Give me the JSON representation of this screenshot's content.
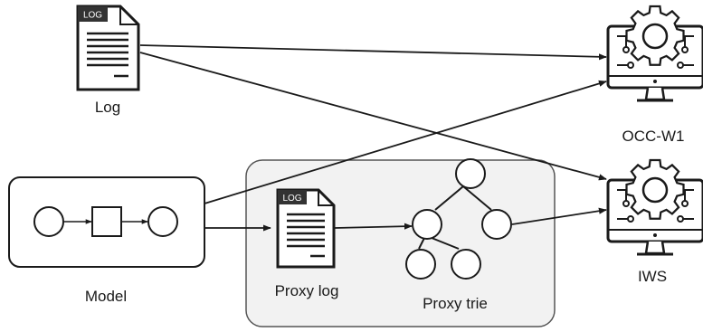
{
  "labels": {
    "log": "Log",
    "model": "Model",
    "proxy_log": "Proxy log",
    "proxy_trie": "Proxy trie",
    "occ_w1": "OCC-W1",
    "iws": "IWS"
  },
  "document_tags": {
    "log_doc": "LOG",
    "proxy_log_doc": "LOG"
  },
  "icons": {
    "log_doc": "document-icon",
    "proxy_log_doc": "document-icon",
    "occ_w1": "monitor-gear-icon",
    "iws": "monitor-gear-icon"
  },
  "colors": {
    "stroke": "#1a1a1a",
    "group_fill": "#f2f2f2",
    "group_stroke": "#555555"
  }
}
